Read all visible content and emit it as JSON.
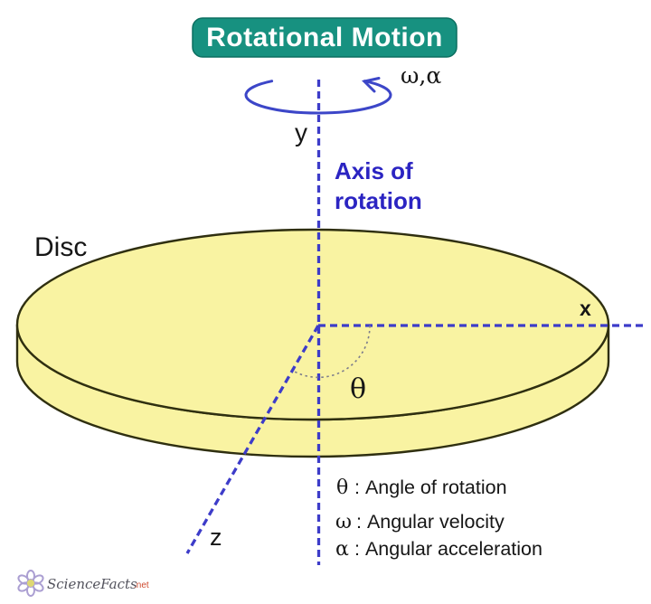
{
  "title": {
    "text": "Rotational Motion"
  },
  "colors": {
    "banner_teal": "#179180",
    "disc_yellow": "#f9f3a2",
    "disc_outline": "#2f2f10",
    "axis_dash_blue": "#3d3cc9",
    "rotation_arrow_blue": "#3c46c8",
    "axis_label_blue": "#2b24c2",
    "text_black": "#161616",
    "watermark_red": "#cf4b30"
  },
  "rotation_arrow": {
    "label": "ω,α"
  },
  "axes": {
    "y": "y",
    "x": "x",
    "z": "z"
  },
  "axis_of_rotation": {
    "line1": "Axis of",
    "line2": "rotation"
  },
  "disc": {
    "label": "Disc"
  },
  "angle": {
    "theta": "θ"
  },
  "legend": {
    "items": [
      {
        "symbol": "θ",
        "text": ": Angle of rotation"
      },
      {
        "symbol": "ω",
        "text": ": Angular velocity"
      },
      {
        "symbol": "α",
        "text": ": Angular acceleration"
      }
    ]
  },
  "watermark": {
    "brand": "ScienceFacts",
    "tld": ".net"
  }
}
